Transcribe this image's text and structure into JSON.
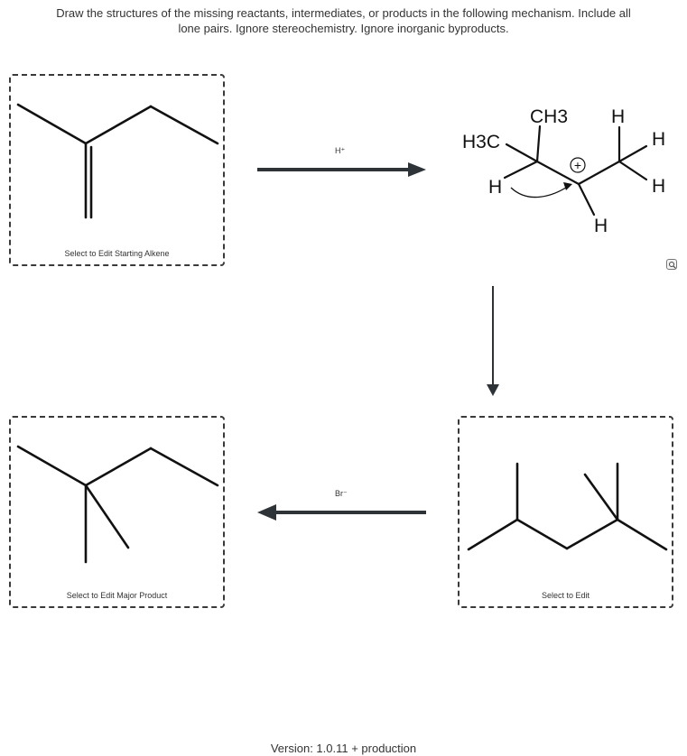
{
  "instructions": {
    "line1": "Draw the structures of the missing reactants, intermediates, or products in the following mechanism. Include all",
    "line2": "lone pairs. Ignore stereochemistry. Ignore inorganic byproducts."
  },
  "boxes": {
    "starting_alkene": {
      "label": "Select to Edit Starting Alkene"
    },
    "major_product": {
      "label": "Select to Edit Major Product"
    },
    "rearranged": {
      "label": "Select to Edit"
    }
  },
  "reagents": {
    "step1": "H⁺",
    "step3": "Br⁻"
  },
  "intermediate": {
    "h3c": "H3C",
    "ch3": "CH3",
    "h_left": "H",
    "h_top": "H",
    "h_right_top": "H",
    "h_right_bottom": "H",
    "h_bottom": "H",
    "charge": "+"
  },
  "zoom_icon": "magnifier-icon",
  "version": "Version: 1.0.11 +  production"
}
